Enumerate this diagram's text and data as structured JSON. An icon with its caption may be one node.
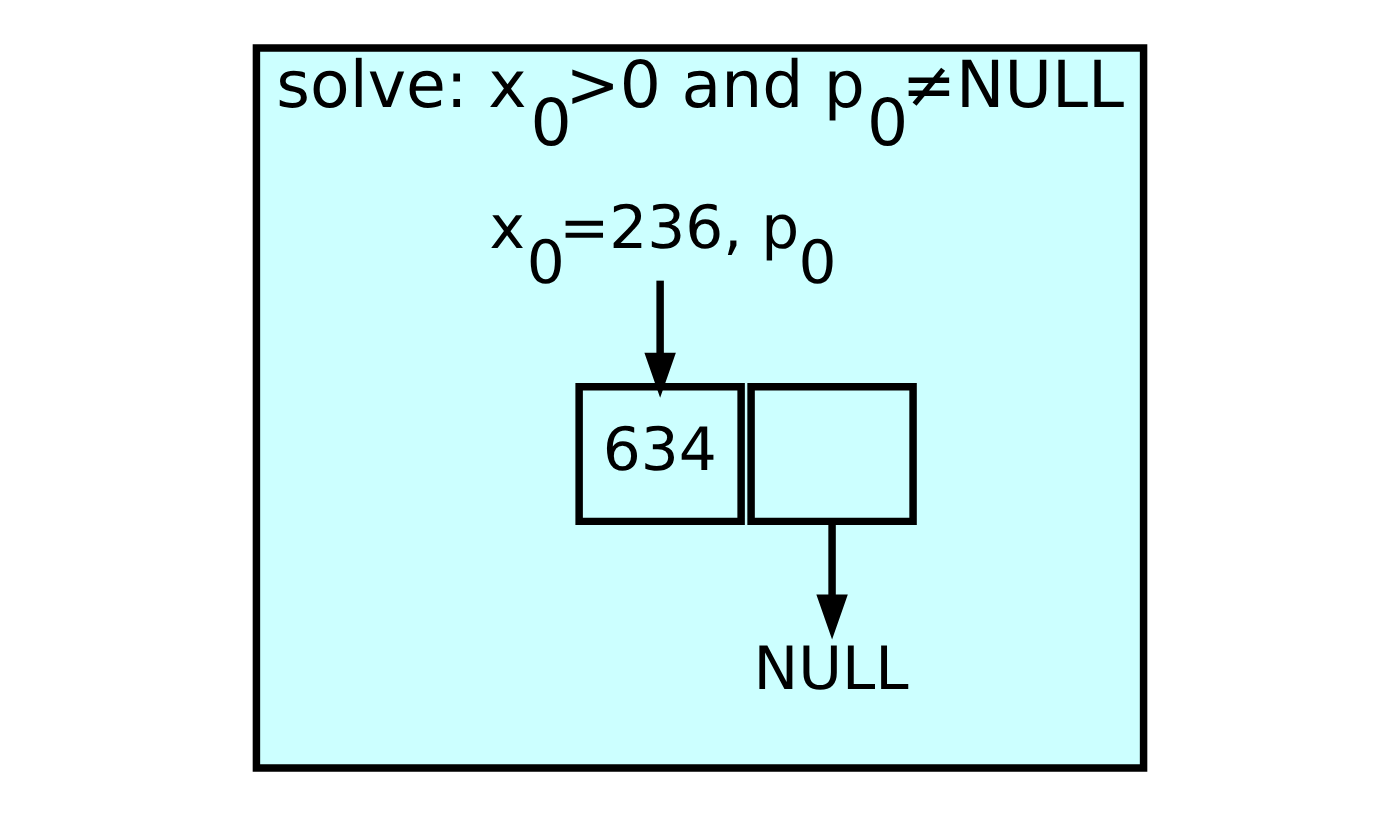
{
  "diagram": {
    "nodes": [
      {
        "text": [
          "solve: x$_{0}$>0 and p$_{0}$≠NULL"
        ]
      },
      {
        "text": [
          "x$_{0}$=236, p$_{0}$"
        ],
        "in": 0
      },
      {
        "text": [
          "NULL"
        ],
        "in": 0
      },
      {
        "text": [
          "634"
        ],
        "in": 0
      },
      {
        "text": [],
        "shape": "box",
        "in": 0
      }
    ],
    "edges": [
      {
        "from": 1,
        "to": 3,
        "arrow": "to"
      },
      {
        "from": 4,
        "to": 2,
        "arrow": "to"
      }
    ]
  }
}
